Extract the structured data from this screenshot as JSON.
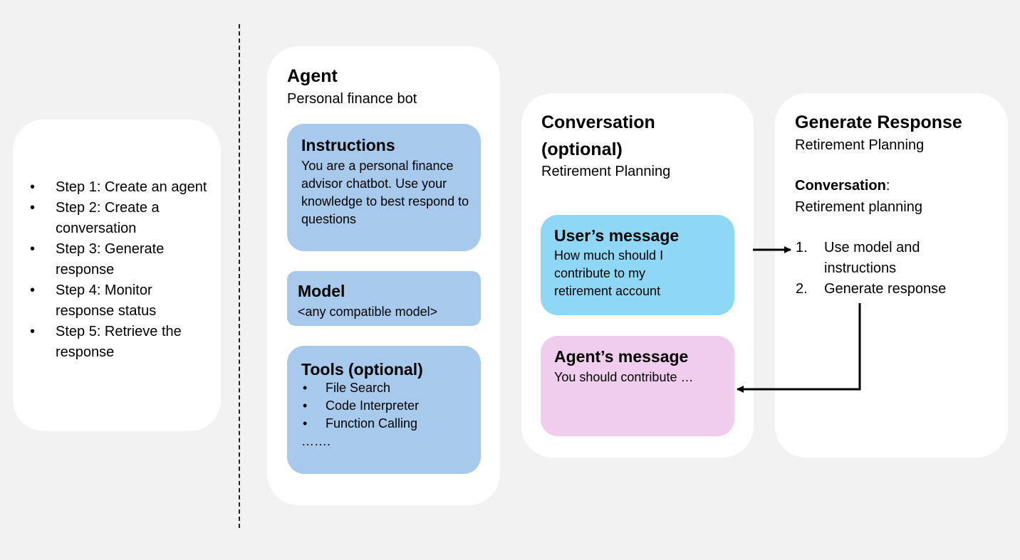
{
  "steps": [
    "Step 1: Create an agent",
    "Step 2: Create a conversation",
    "Step 3: Generate response",
    "Step 4: Monitor response status",
    "Step 5: Retrieve the response"
  ],
  "agent": {
    "title": "Agent",
    "subtitle": "Personal finance bot",
    "instructions": {
      "title": "Instructions",
      "text": "You are a personal finance advisor chatbot. Use your knowledge to best respond to questions"
    },
    "model": {
      "title": "Model",
      "text": "<any compatible model>"
    },
    "tools": {
      "title": "Tools (optional)",
      "items": [
        "File Search",
        "Code Interpreter",
        "Function Calling"
      ],
      "more": "……."
    }
  },
  "conversation": {
    "title_line1": "Conversation",
    "title_line2": "(optional)",
    "subtitle": "Retirement Planning",
    "user_message": {
      "title": "User’s message",
      "text": "How much should I contribute to my retirement account"
    },
    "agent_message": {
      "title": "Agent’s message",
      "text": "You should contribute …"
    }
  },
  "generate": {
    "title": "Generate Response",
    "subtitle": "Retirement Planning",
    "conv_label": "Conversation",
    "conv_colon": ":",
    "conv_value": "Retirement planning",
    "steps": [
      {
        "num": "1.",
        "text": "Use model and instructions"
      },
      {
        "num": "2.",
        "text": "Generate response"
      }
    ]
  },
  "colors": {
    "background": "#f2f2f2",
    "card": "#ffffff",
    "blue_box": "#a7c9eb",
    "cyan_box": "#8fd8f5",
    "pink_box": "#f0ccee"
  }
}
